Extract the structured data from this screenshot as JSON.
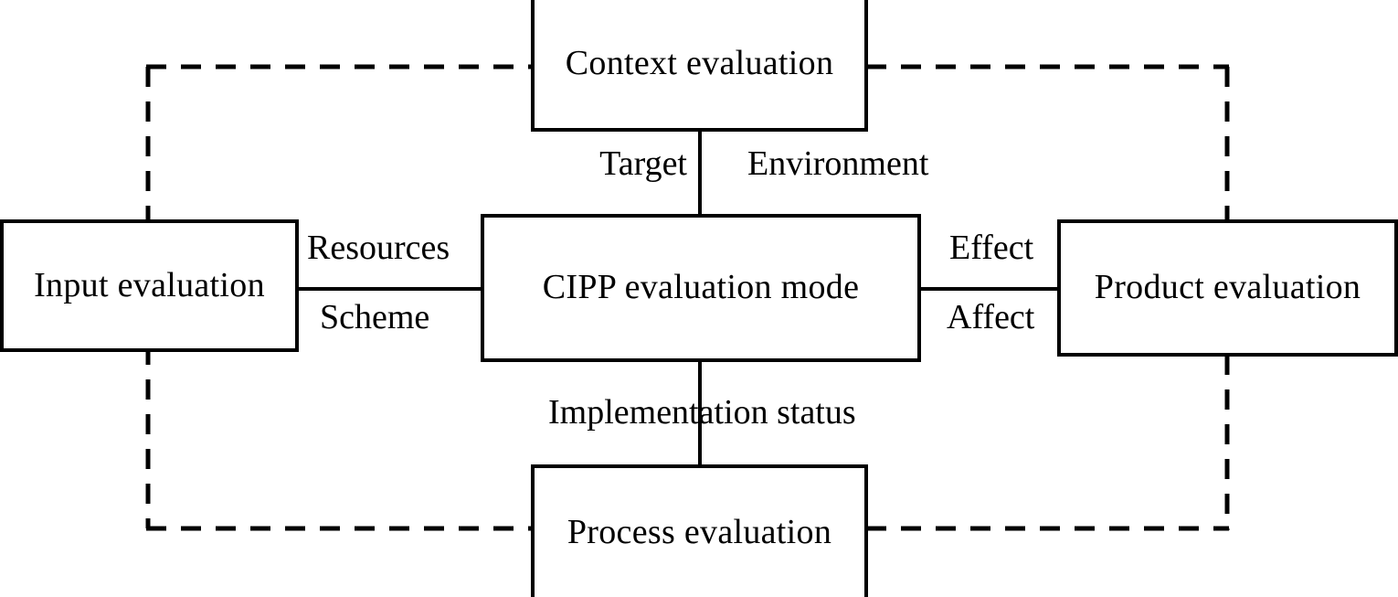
{
  "diagram": {
    "title": "CIPP evaluation mode",
    "type": "block-diagram",
    "style": {
      "line_color": "#000000",
      "box_fill": "#ffffff",
      "background": "#ffffff",
      "solid_stroke_width": 4,
      "dashed_stroke_width": 5,
      "dash_pattern": "22 16"
    },
    "nodes": [
      {
        "id": "context",
        "label": "Context evaluation"
      },
      {
        "id": "input",
        "label": "Input evaluation"
      },
      {
        "id": "cipp",
        "label": "CIPP evaluation mode"
      },
      {
        "id": "product",
        "label": "Product evaluation"
      },
      {
        "id": "process",
        "label": "Process evaluation"
      }
    ],
    "edge_labels": [
      {
        "id": "target",
        "label": "Target"
      },
      {
        "id": "environment",
        "label": "Environment"
      },
      {
        "id": "resources",
        "label": "Resources"
      },
      {
        "id": "scheme",
        "label": "Scheme"
      },
      {
        "id": "effect",
        "label": "Effect"
      },
      {
        "id": "affect",
        "label": "Affect"
      },
      {
        "id": "implementation-status",
        "label": "Implementation status"
      }
    ],
    "edges": [
      {
        "from": "context",
        "to": "cipp",
        "style": "solid",
        "labels": [
          "Target",
          "Environment"
        ]
      },
      {
        "from": "input",
        "to": "cipp",
        "style": "solid",
        "labels": [
          "Resources",
          "Scheme"
        ]
      },
      {
        "from": "cipp",
        "to": "product",
        "style": "solid",
        "labels": [
          "Effect",
          "Affect"
        ]
      },
      {
        "from": "cipp",
        "to": "process",
        "style": "solid",
        "labels": [
          "Implementation status"
        ]
      },
      {
        "from": "input",
        "to": "context",
        "style": "dashed",
        "labels": []
      },
      {
        "from": "context",
        "to": "product",
        "style": "dashed",
        "labels": []
      },
      {
        "from": "input",
        "to": "process",
        "style": "dashed",
        "labels": []
      },
      {
        "from": "product",
        "to": "process",
        "style": "dashed",
        "labels": []
      }
    ]
  }
}
